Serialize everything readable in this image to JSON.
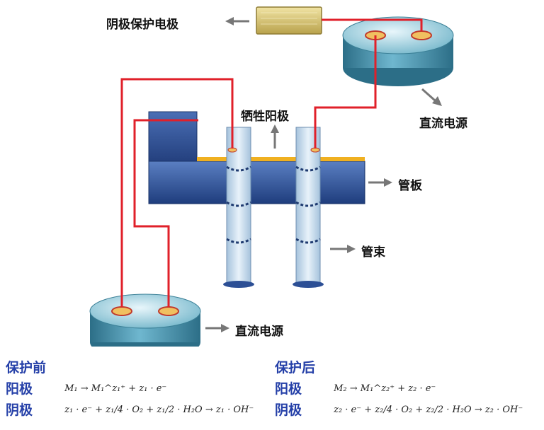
{
  "labels": {
    "cathode_electrode": "阴极保护电极",
    "dc_power_top": "直流电源",
    "sacrificial_anode": "牺牲阳极",
    "tube_plate": "管板",
    "tube_bundle": "管束",
    "dc_power_bottom": "直流电源"
  },
  "before": {
    "title": "保护前",
    "anode_label": "阳极",
    "anode_eq": "M₁ → M₁^z₁⁺ + z₁ · e⁻",
    "cathode_label": "阴极",
    "cathode_eq": "z₁ · e⁻ + z₁/4 · O₂ + z₁/2 · H₂O → z₁ · OH⁻"
  },
  "after": {
    "title": "保护后",
    "anode_label": "阳极",
    "anode_eq": "M₂ → M₁^z₂⁺ + z₂ · e⁻",
    "cathode_label": "阴极",
    "cathode_eq": "z₂ · e⁻ + z₂/4 · O₂ + z₂/2 · H₂O → z₂ · OH⁻"
  },
  "colors": {
    "wire": "#e0202a",
    "plate": "#2c4f95",
    "coating": "#f0b020",
    "tube": "#b9d2e6",
    "power_supply": "#4a96b0",
    "electrode": "#d6c070",
    "label_blue": "#2540a8"
  }
}
